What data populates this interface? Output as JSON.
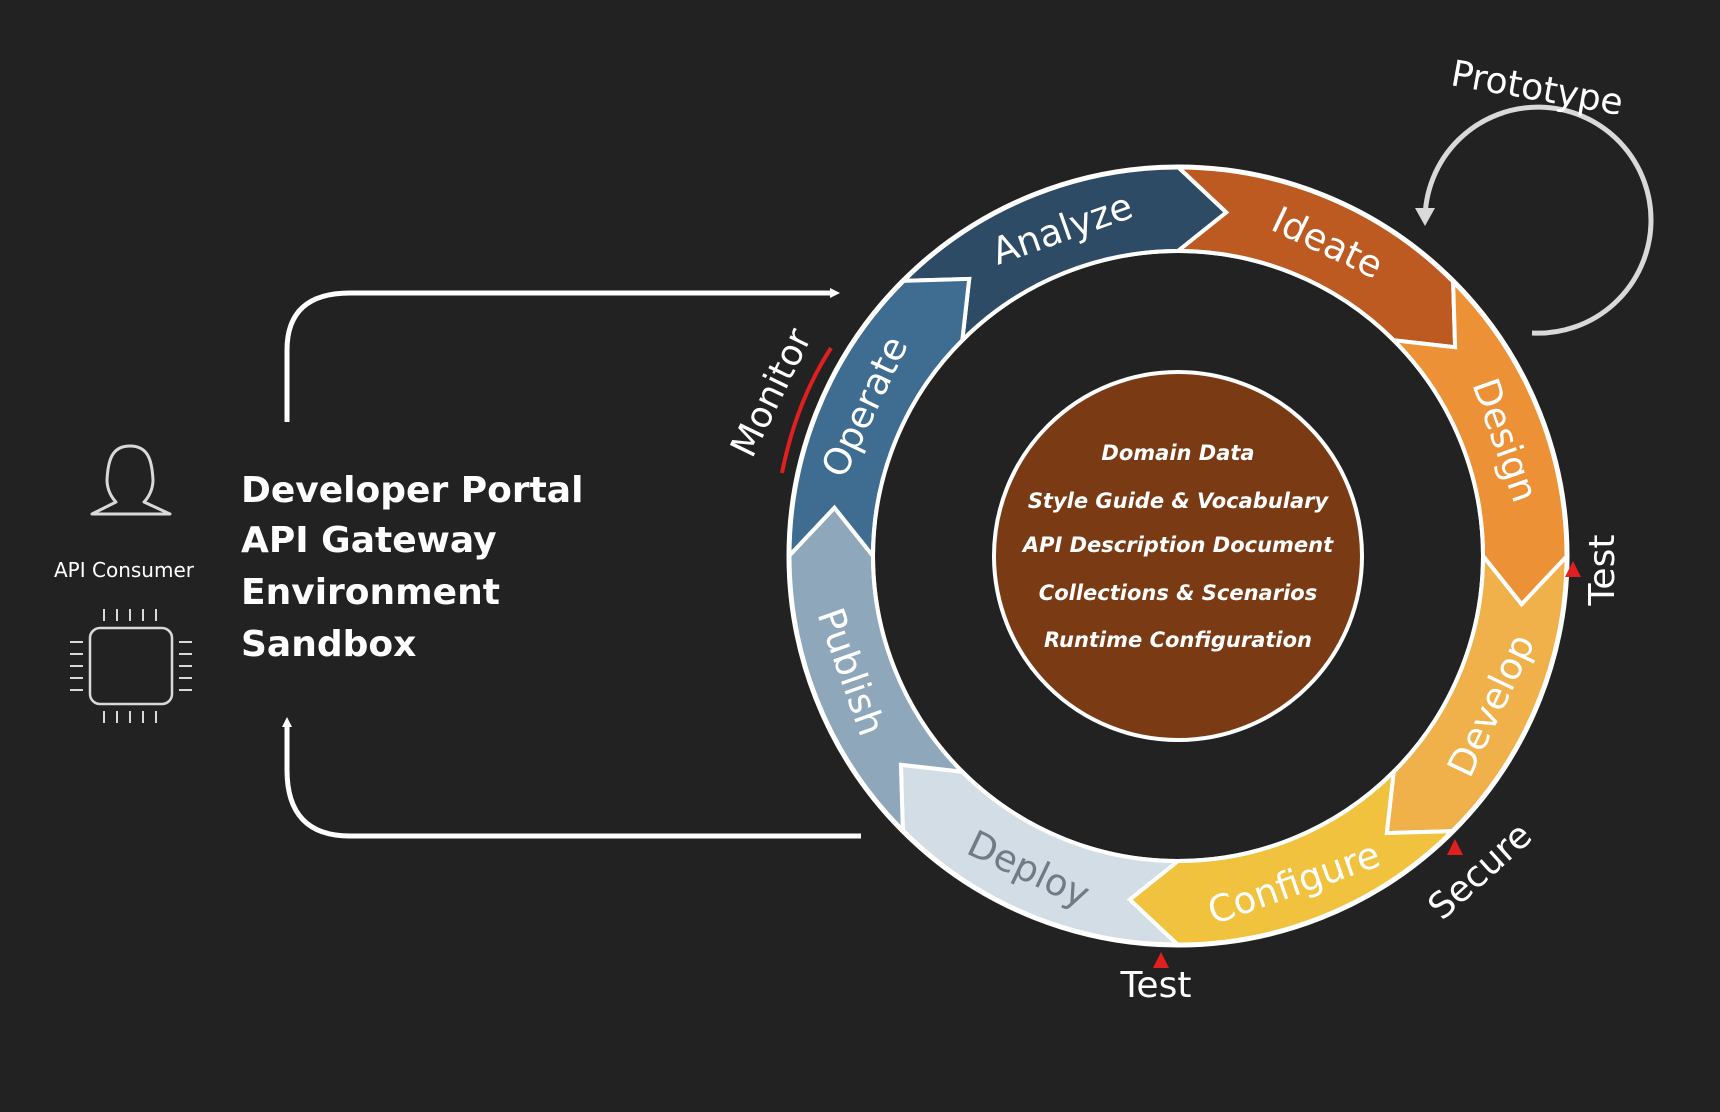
{
  "consumer": {
    "label": "API Consumer",
    "person_icon": "person-outline-icon",
    "chip_icon": "cpu-chip-icon"
  },
  "platform": {
    "items": [
      "Developer Portal",
      "API Gateway",
      "Environment",
      "Sandbox"
    ]
  },
  "lifecycle": {
    "stages": [
      {
        "id": "analyze",
        "label": "Analyze",
        "color": "#2d4b64"
      },
      {
        "id": "ideate",
        "label": "Ideate",
        "color": "#bd5a22"
      },
      {
        "id": "design",
        "label": "Design",
        "color": "#ec9136"
      },
      {
        "id": "develop",
        "label": "Develop",
        "color": "#f0b04a"
      },
      {
        "id": "configure",
        "label": "Configure",
        "color": "#f0c23d"
      },
      {
        "id": "deploy",
        "label": "Deploy",
        "color": "#d3dde5"
      },
      {
        "id": "publish",
        "label": "Publish",
        "color": "#8ea7bb"
      },
      {
        "id": "operate",
        "label": "Operate",
        "color": "#3f6c91"
      }
    ],
    "center": {
      "color": "#7a3a14",
      "items": [
        "Domain Data",
        "Style Guide & Vocabulary",
        "API Description Document",
        "Collections & Scenarios",
        "Runtime Configuration"
      ]
    },
    "annotations": {
      "prototype": "Prototype",
      "monitor": "Monitor",
      "test_right": "Test",
      "secure": "Secure",
      "test_bottom": "Test"
    },
    "accent_color": "#e02020"
  }
}
